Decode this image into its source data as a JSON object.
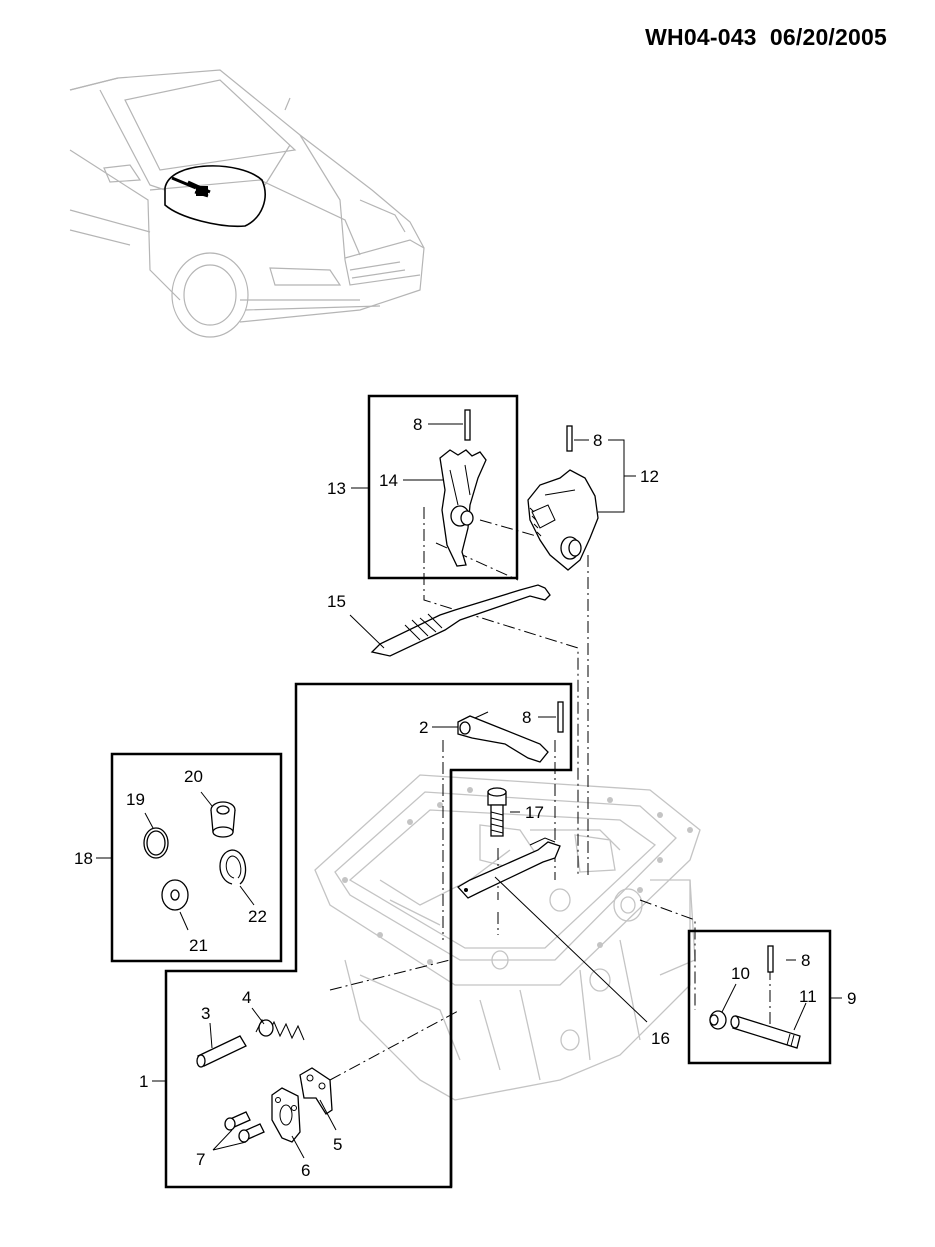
{
  "header": {
    "code": "WH04-043",
    "date": "06/20/2005"
  },
  "callouts": {
    "c1": "1",
    "c2": "2",
    "c3": "3",
    "c4": "4",
    "c5": "5",
    "c6": "6",
    "c7": "7",
    "c8a": "8",
    "c8b": "8",
    "c8c": "8",
    "c8d": "8",
    "c9": "9",
    "c10": "10",
    "c11": "11",
    "c12": "12",
    "c13": "13",
    "c14": "14",
    "c15": "15",
    "c16": "16",
    "c17": "17",
    "c18": "18",
    "c19": "19",
    "c20": "20",
    "c21": "21",
    "c22": "22"
  },
  "colors": {
    "ink": "#000000",
    "ghost": "#c4c4c4",
    "car": "#b5b5b5",
    "paper": "#ffffff"
  }
}
